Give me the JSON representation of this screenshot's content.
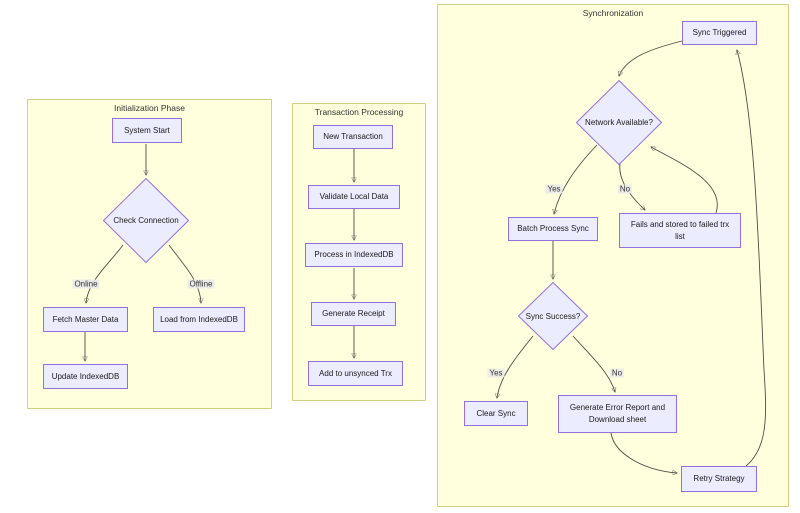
{
  "diagram": {
    "subgraphs": {
      "init": {
        "title": "Initialization Phase"
      },
      "trx": {
        "title": "Transaction Processing"
      },
      "sync": {
        "title": "Synchronization"
      }
    },
    "nodes": {
      "system_start": "System Start",
      "check_connection": "Check Connection",
      "fetch_master": "Fetch Master Data",
      "load_indexeddb": "Load from IndexedDB",
      "update_indexeddb": "Update IndexedDB",
      "new_transaction": "New Transaction",
      "validate_local": "Validate Local Data",
      "process_indexeddb": "Process in IndexedDB",
      "generate_receipt": "Generate Receipt",
      "add_unsynced": "Add to unsynced Trx",
      "sync_triggered": "Sync Triggered",
      "network_available": "Network Available?",
      "batch_process": "Batch Process Sync",
      "fails_stored": "Fails and stored to failed trx list",
      "sync_success": "Sync Success?",
      "clear_sync": "Clear Sync",
      "generate_error": "Generate Error Report and Download sheet",
      "retry_strategy": "Retry Strategy"
    },
    "edge_labels": {
      "online": "Online",
      "offline": "Offline",
      "sync_yes": "Yes",
      "sync_no": "No",
      "success_yes": "Yes",
      "success_no": "No"
    },
    "edges": [
      {
        "from": "System Start",
        "to": "Check Connection",
        "label": ""
      },
      {
        "from": "Check Connection",
        "to": "Fetch Master Data",
        "label": "Online"
      },
      {
        "from": "Check Connection",
        "to": "Load from IndexedDB",
        "label": "Offline"
      },
      {
        "from": "Fetch Master Data",
        "to": "Update IndexedDB",
        "label": ""
      },
      {
        "from": "New Transaction",
        "to": "Validate Local Data",
        "label": ""
      },
      {
        "from": "Validate Local Data",
        "to": "Process in IndexedDB",
        "label": ""
      },
      {
        "from": "Process in IndexedDB",
        "to": "Generate Receipt",
        "label": ""
      },
      {
        "from": "Generate Receipt",
        "to": "Add to unsynced Trx",
        "label": ""
      },
      {
        "from": "Sync Triggered",
        "to": "Network Available?",
        "label": ""
      },
      {
        "from": "Network Available?",
        "to": "Batch Process Sync",
        "label": "Yes"
      },
      {
        "from": "Network Available?",
        "to": "Fails and stored to failed trx list",
        "label": "No"
      },
      {
        "from": "Fails and stored to failed trx list",
        "to": "Network Available?",
        "label": ""
      },
      {
        "from": "Batch Process Sync",
        "to": "Sync Success?",
        "label": ""
      },
      {
        "from": "Sync Success?",
        "to": "Clear Sync",
        "label": "Yes"
      },
      {
        "from": "Sync Success?",
        "to": "Generate Error Report and Download sheet",
        "label": "No"
      },
      {
        "from": "Generate Error Report and Download sheet",
        "to": "Retry Strategy",
        "label": ""
      },
      {
        "from": "Retry Strategy",
        "to": "Sync Triggered",
        "label": ""
      }
    ],
    "colors": {
      "subgraph_fill": "#ffffde",
      "subgraph_border": "#aaaa33",
      "node_fill": "#ECECFF",
      "node_border": "#9370DB",
      "edge": "#4d4d44",
      "edge_label_bg": "#e8e8e8"
    }
  }
}
